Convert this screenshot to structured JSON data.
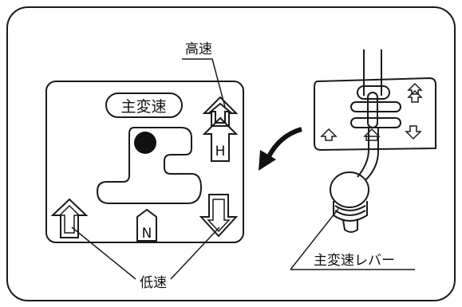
{
  "labels": {
    "high_speed": "高速",
    "main_shift": "主変速",
    "low_speed": "低速",
    "lever": "主変速レバー"
  },
  "gate_markers": {
    "high": "H",
    "neutral": "N"
  },
  "colors": {
    "line": "#1a1a1a",
    "background": "#ffffff"
  }
}
